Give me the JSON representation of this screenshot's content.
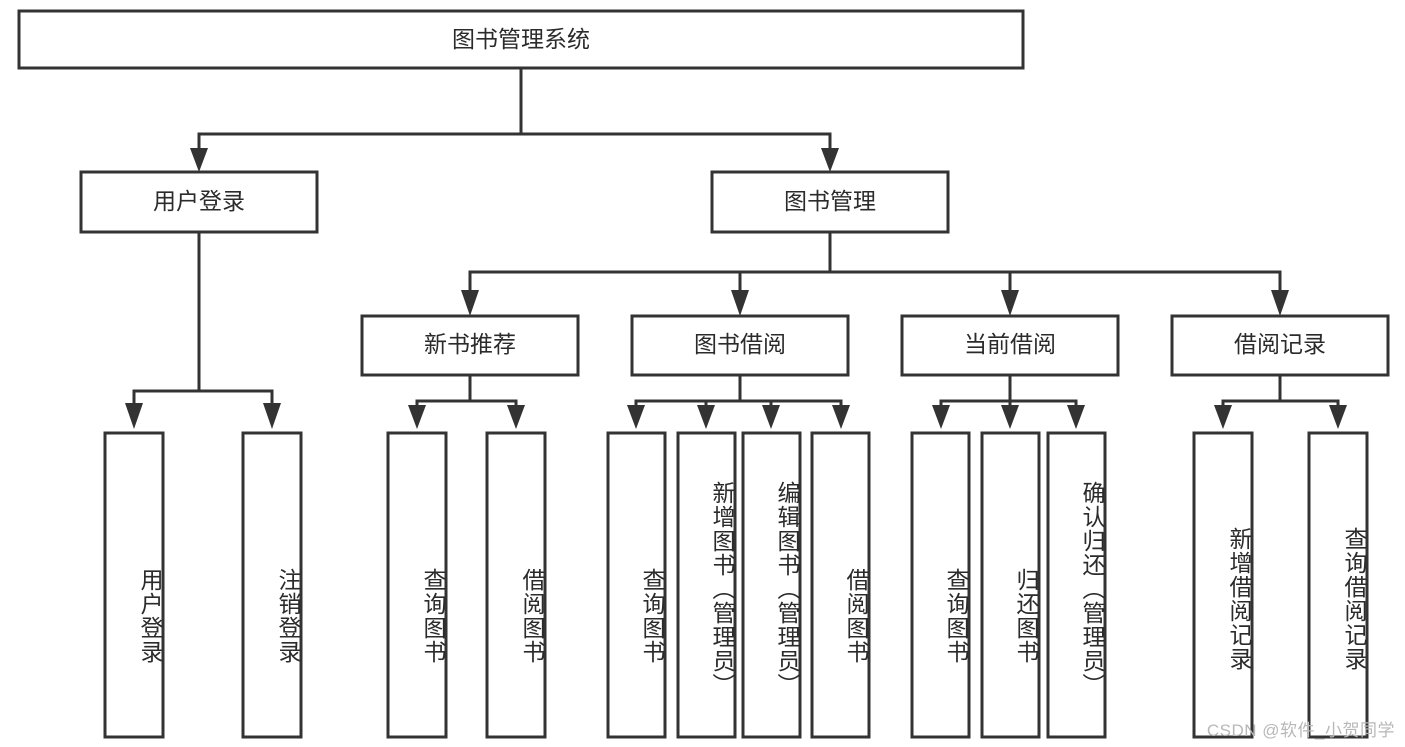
{
  "diagram": {
    "title": "图书管理系统",
    "type": "hierarchy-tree",
    "watermark": "CSDN @软件_小贺同学",
    "colors": {
      "box_stroke": "#333333",
      "box_fill": "#ffffff",
      "text": "#2b2b2b",
      "connector": "#333333",
      "background": "#ffffff",
      "watermark": "#b8b8b8"
    },
    "levels": {
      "root": {
        "label": "图书管理系统"
      },
      "level2": [
        {
          "label": "用户登录"
        },
        {
          "label": "图书管理"
        }
      ],
      "level3": [
        {
          "label": "新书推荐"
        },
        {
          "label": "图书借阅"
        },
        {
          "label": "当前借阅"
        },
        {
          "label": "借阅记录"
        }
      ],
      "leaves": {
        "user_login": [
          {
            "label": "用户登录"
          },
          {
            "label": "注销登录"
          }
        ],
        "new_book_recommend": [
          {
            "label": "查询图书"
          },
          {
            "label": "借阅图书"
          }
        ],
        "book_borrow": [
          {
            "label": "查询图书"
          },
          {
            "label": "新增图书（管理员）"
          },
          {
            "label": "编辑图书（管理员）"
          },
          {
            "label": "借阅图书"
          }
        ],
        "current_borrow": [
          {
            "label": "查询图书"
          },
          {
            "label": "归还图书"
          },
          {
            "label": "确认归还（管理员）"
          }
        ],
        "borrow_record": [
          {
            "label": "新增借阅记录"
          },
          {
            "label": "查询借阅记录"
          }
        ]
      }
    }
  }
}
